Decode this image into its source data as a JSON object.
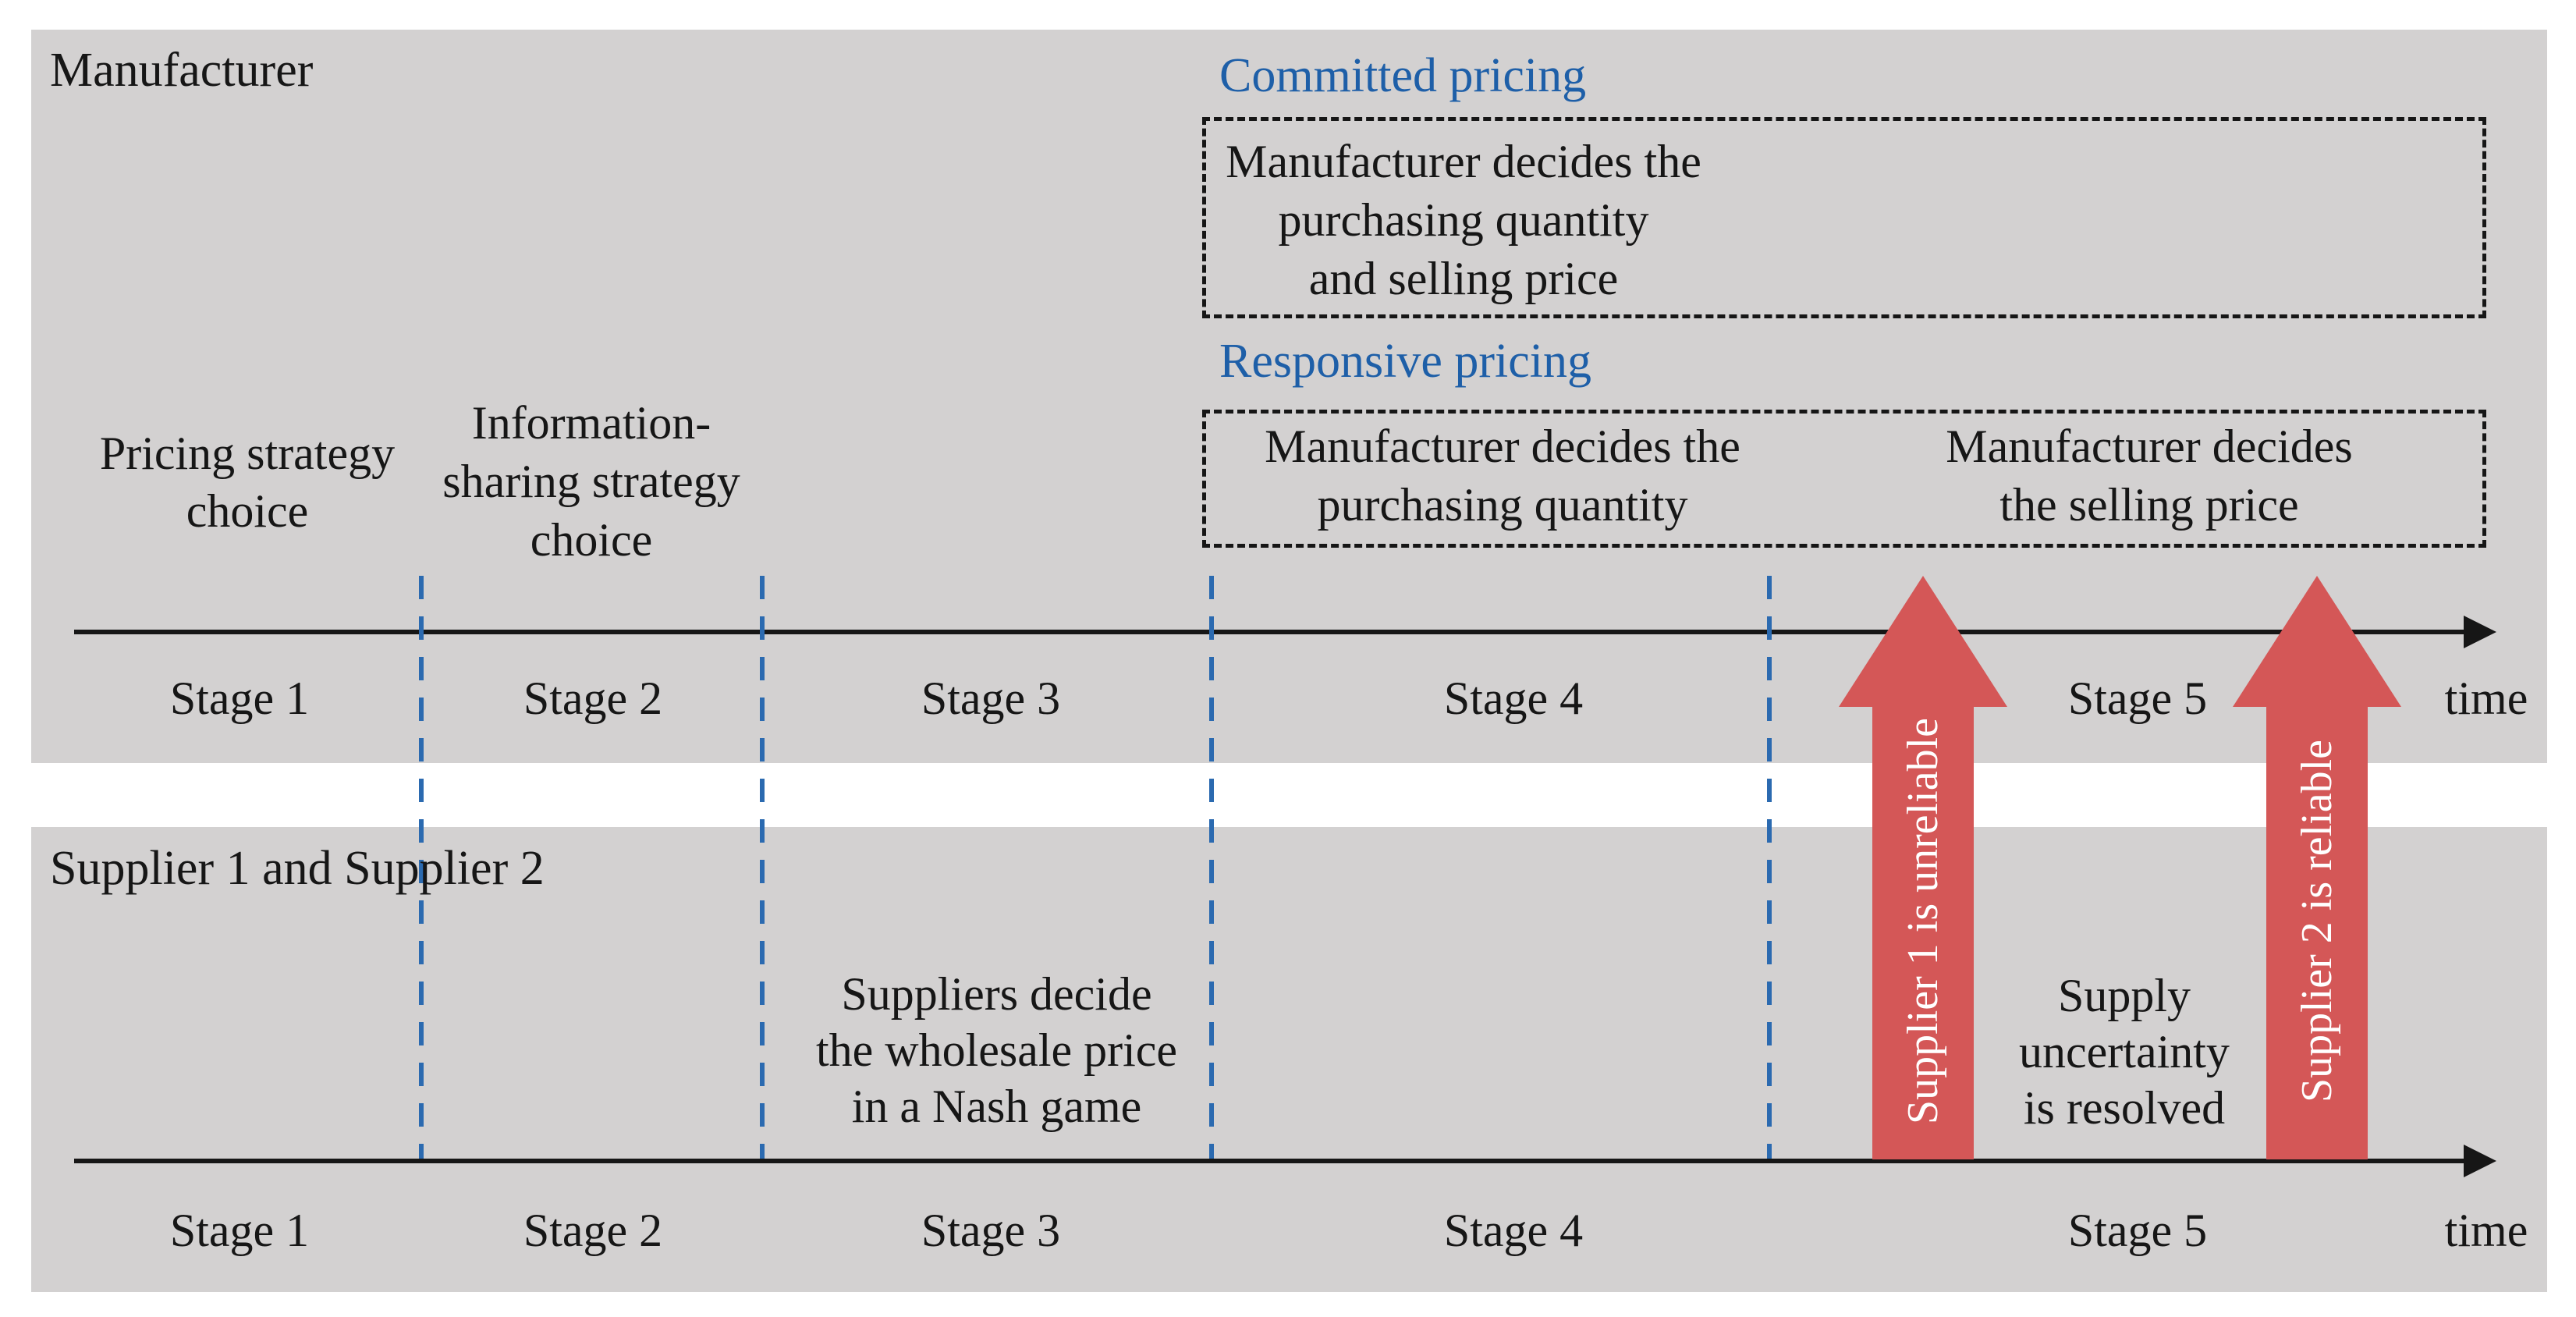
{
  "colors": {
    "panel_bg": "#d3d1d1",
    "blue_heading": "#1e5fa8",
    "divider_blue": "#2b6ab0",
    "arrow_red": "#d45757",
    "text_black": "#161616"
  },
  "top_panel": {
    "title": "Manufacturer",
    "committed_label": "Committed pricing",
    "committed_box": {
      "line1": "Manufacturer decides the",
      "line2": "purchasing quantity",
      "line3": "and selling price"
    },
    "responsive_label": "Responsive pricing",
    "responsive_box_left": {
      "line1": "Manufacturer decides the",
      "line2": "purchasing quantity"
    },
    "responsive_box_right": {
      "line1": "Manufacturer decides",
      "line2": "the selling price"
    },
    "pricing_choice": {
      "line1": "Pricing strategy",
      "line2": "choice"
    },
    "info_choice": {
      "line1": "Information-",
      "line2": "sharing strategy",
      "line3": "choice"
    },
    "stages": [
      "Stage 1",
      "Stage 2",
      "Stage 3",
      "Stage 4",
      "Stage 5"
    ],
    "time_label": "time"
  },
  "bottom_panel": {
    "title": "Supplier 1 and Supplier 2",
    "nash": {
      "line1": "Suppliers decide",
      "line2": "the wholesale price",
      "line3": "in a Nash game"
    },
    "uncertainty": {
      "line1": "Supply",
      "line2": "uncertainty",
      "line3": "is resolved"
    },
    "stages": [
      "Stage 1",
      "Stage 2",
      "Stage 3",
      "Stage 4",
      "Stage 5"
    ],
    "time_label": "time"
  },
  "arrows": {
    "left_label": "Supplier 1 is unreliable",
    "right_label": "Supplier 2 is reliable"
  }
}
